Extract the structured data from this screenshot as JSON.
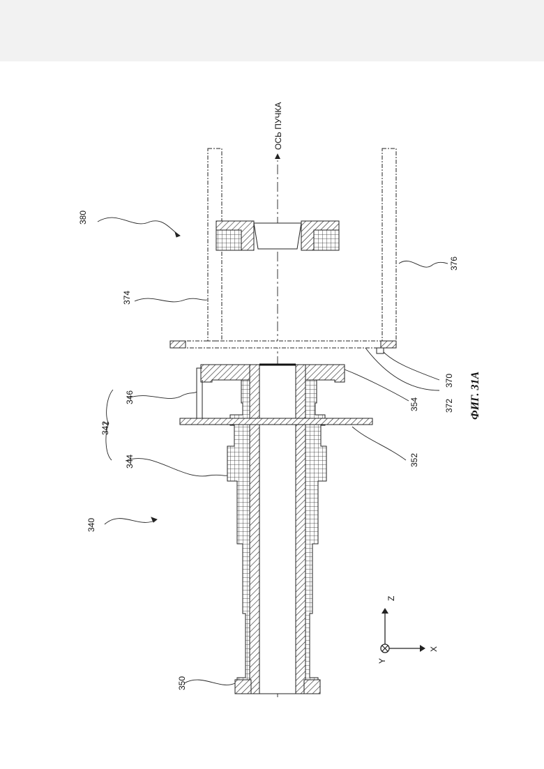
{
  "figure": {
    "caption": "ФИГ. 31А",
    "axis_label": "ОСЬ ПУЧКА"
  },
  "refs": {
    "r340": "340",
    "r342": "342",
    "r344": "344",
    "r346": "346",
    "r350": "350",
    "r352": "352",
    "r354": "354",
    "r370": "370",
    "r372": "372",
    "r374": "374",
    "r376": "376",
    "r380": "380"
  },
  "coords": {
    "x": "X",
    "y": "Y",
    "z": "Z"
  }
}
